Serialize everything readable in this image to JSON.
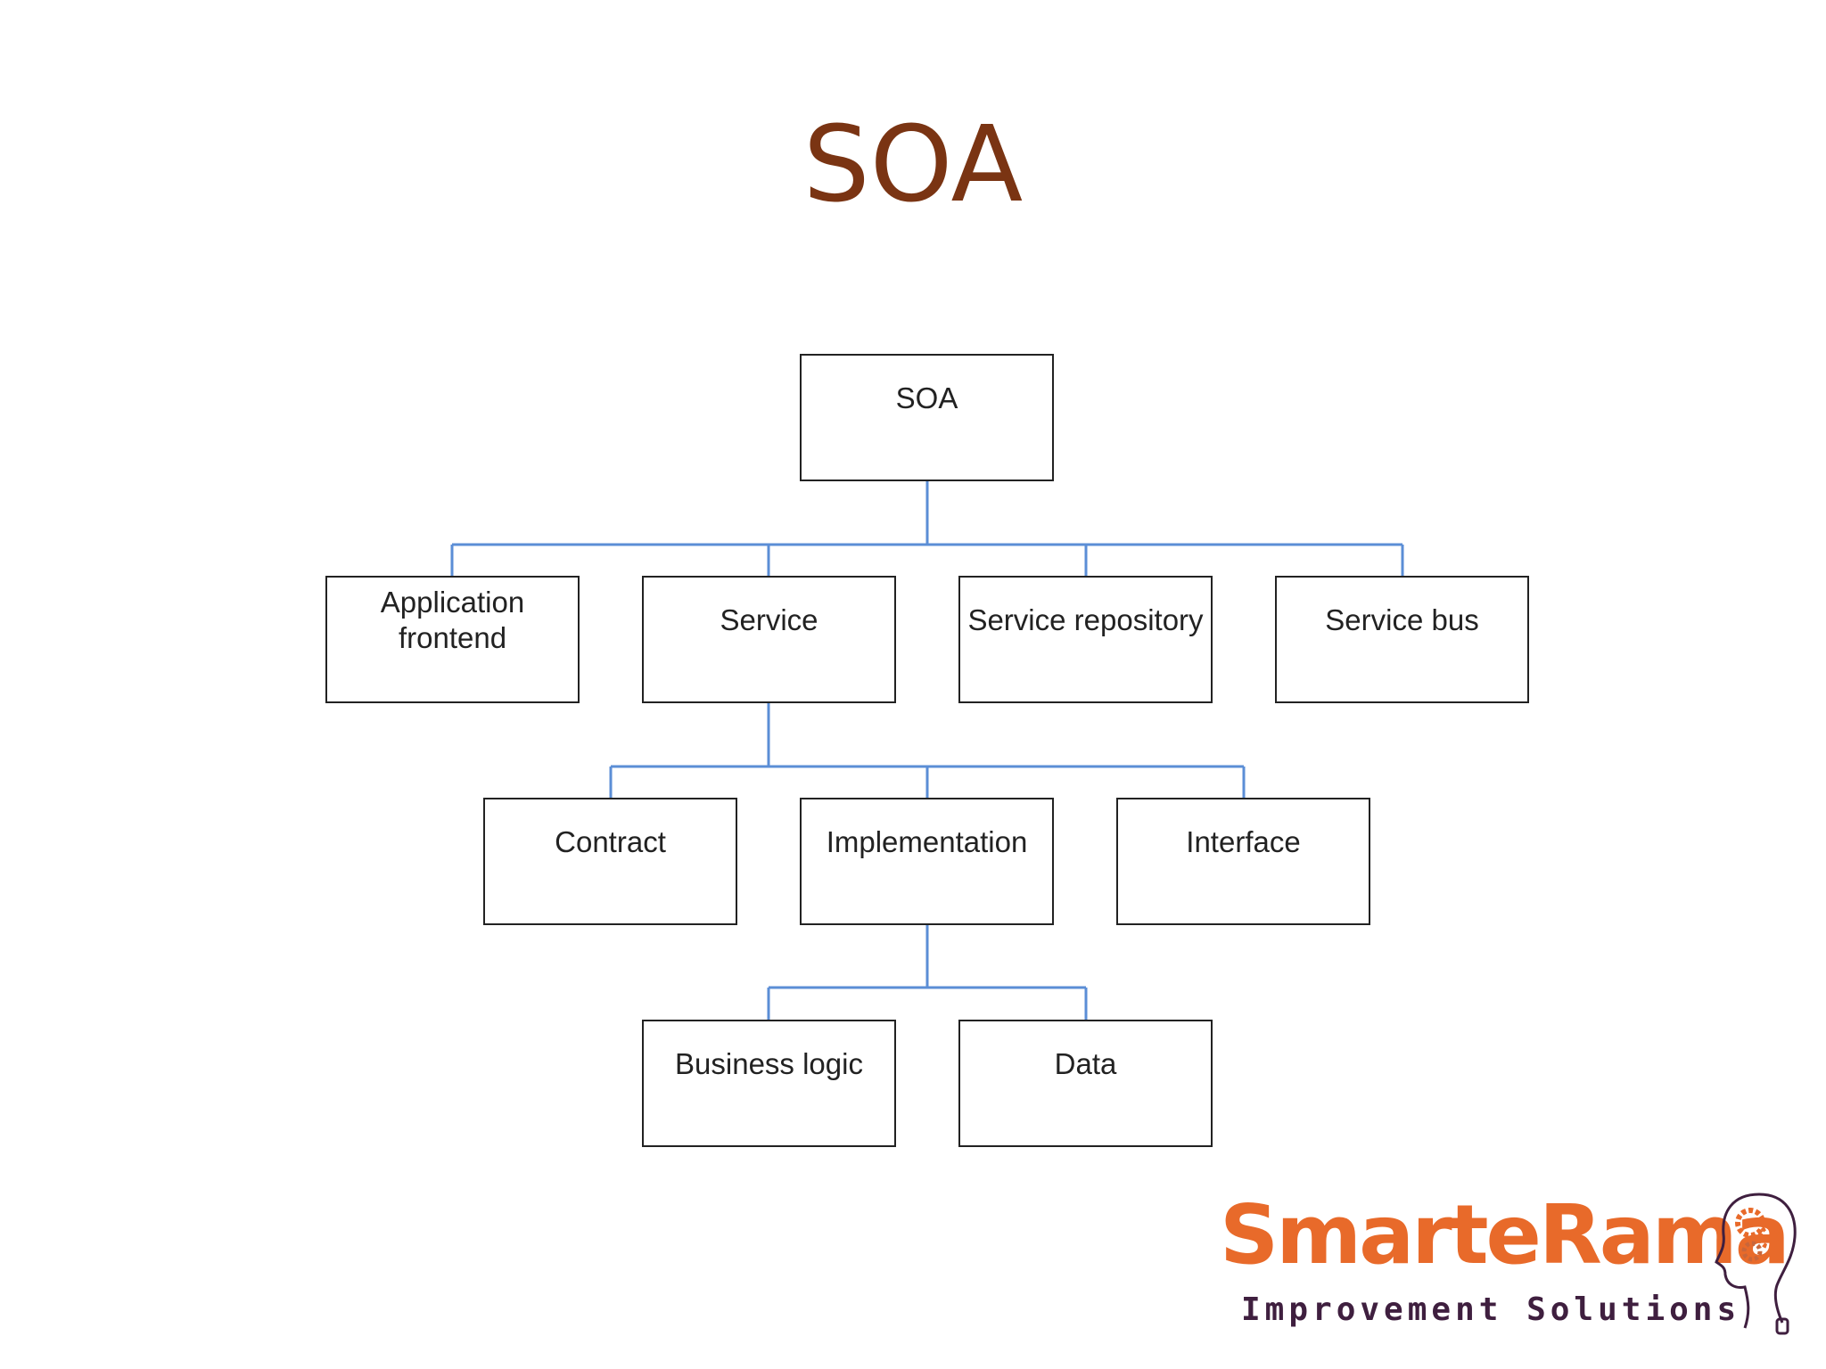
{
  "slide": {
    "title": "SOA"
  },
  "diagram": {
    "nodes": {
      "soa": "SOA",
      "application_frontend": "Application\nfrontend",
      "service": "Service",
      "service_repository": "Service repository",
      "service_bus": "Service bus",
      "contract": "Contract",
      "implementation": "Implementation",
      "interface": "Interface",
      "business_logic": "Business logic",
      "data": "Data"
    },
    "connector_color": "#5b8ed6",
    "border_color": "#222222"
  },
  "logo": {
    "wordmark": "SmarteRama",
    "tagline": "Improvement Solutions",
    "colors": [
      "#e86a2a",
      "#c9663a",
      "#3f1f3f"
    ],
    "icon": "head-with-gears-icon"
  }
}
